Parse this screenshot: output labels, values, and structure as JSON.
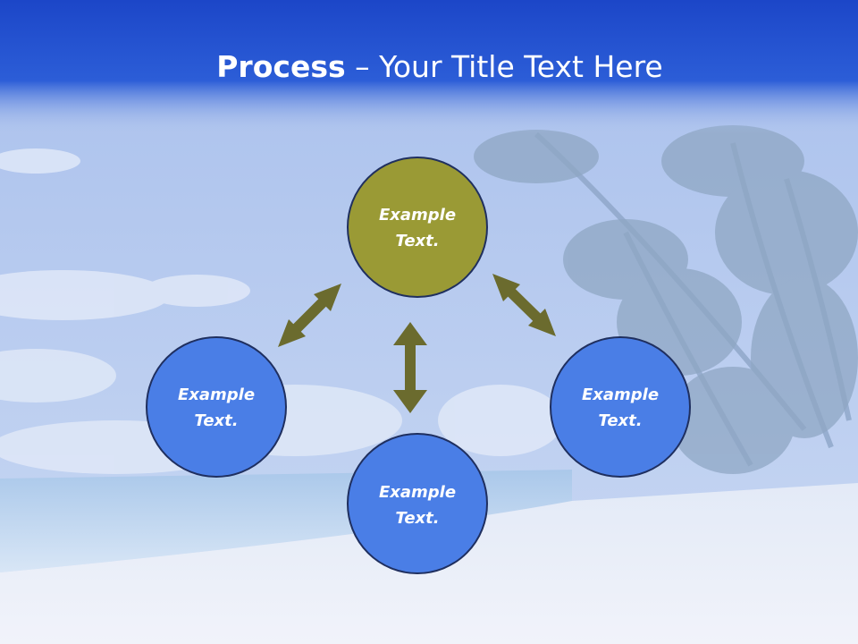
{
  "title": {
    "bold": "Process",
    "sep": " – ",
    "rest": "Your Title Text Here"
  },
  "nodes": [
    {
      "id": "top",
      "line1": "Example",
      "line2": "Text.",
      "fill": "#9a9a35"
    },
    {
      "id": "left",
      "line1": "Example",
      "line2": "Text.",
      "fill": "#4a7ee6"
    },
    {
      "id": "bottom",
      "line1": "Example",
      "line2": "Text.",
      "fill": "#4a7ee6"
    },
    {
      "id": "right",
      "line1": "Example",
      "line2": "Text.",
      "fill": "#4a7ee6"
    }
  ],
  "colors": {
    "title_bar": "#1f4fd0",
    "node_stroke": "#1f2f5f",
    "arrow": "#6b6b2e",
    "sky": "#b9cdf0",
    "sand": "#eef2fa"
  }
}
